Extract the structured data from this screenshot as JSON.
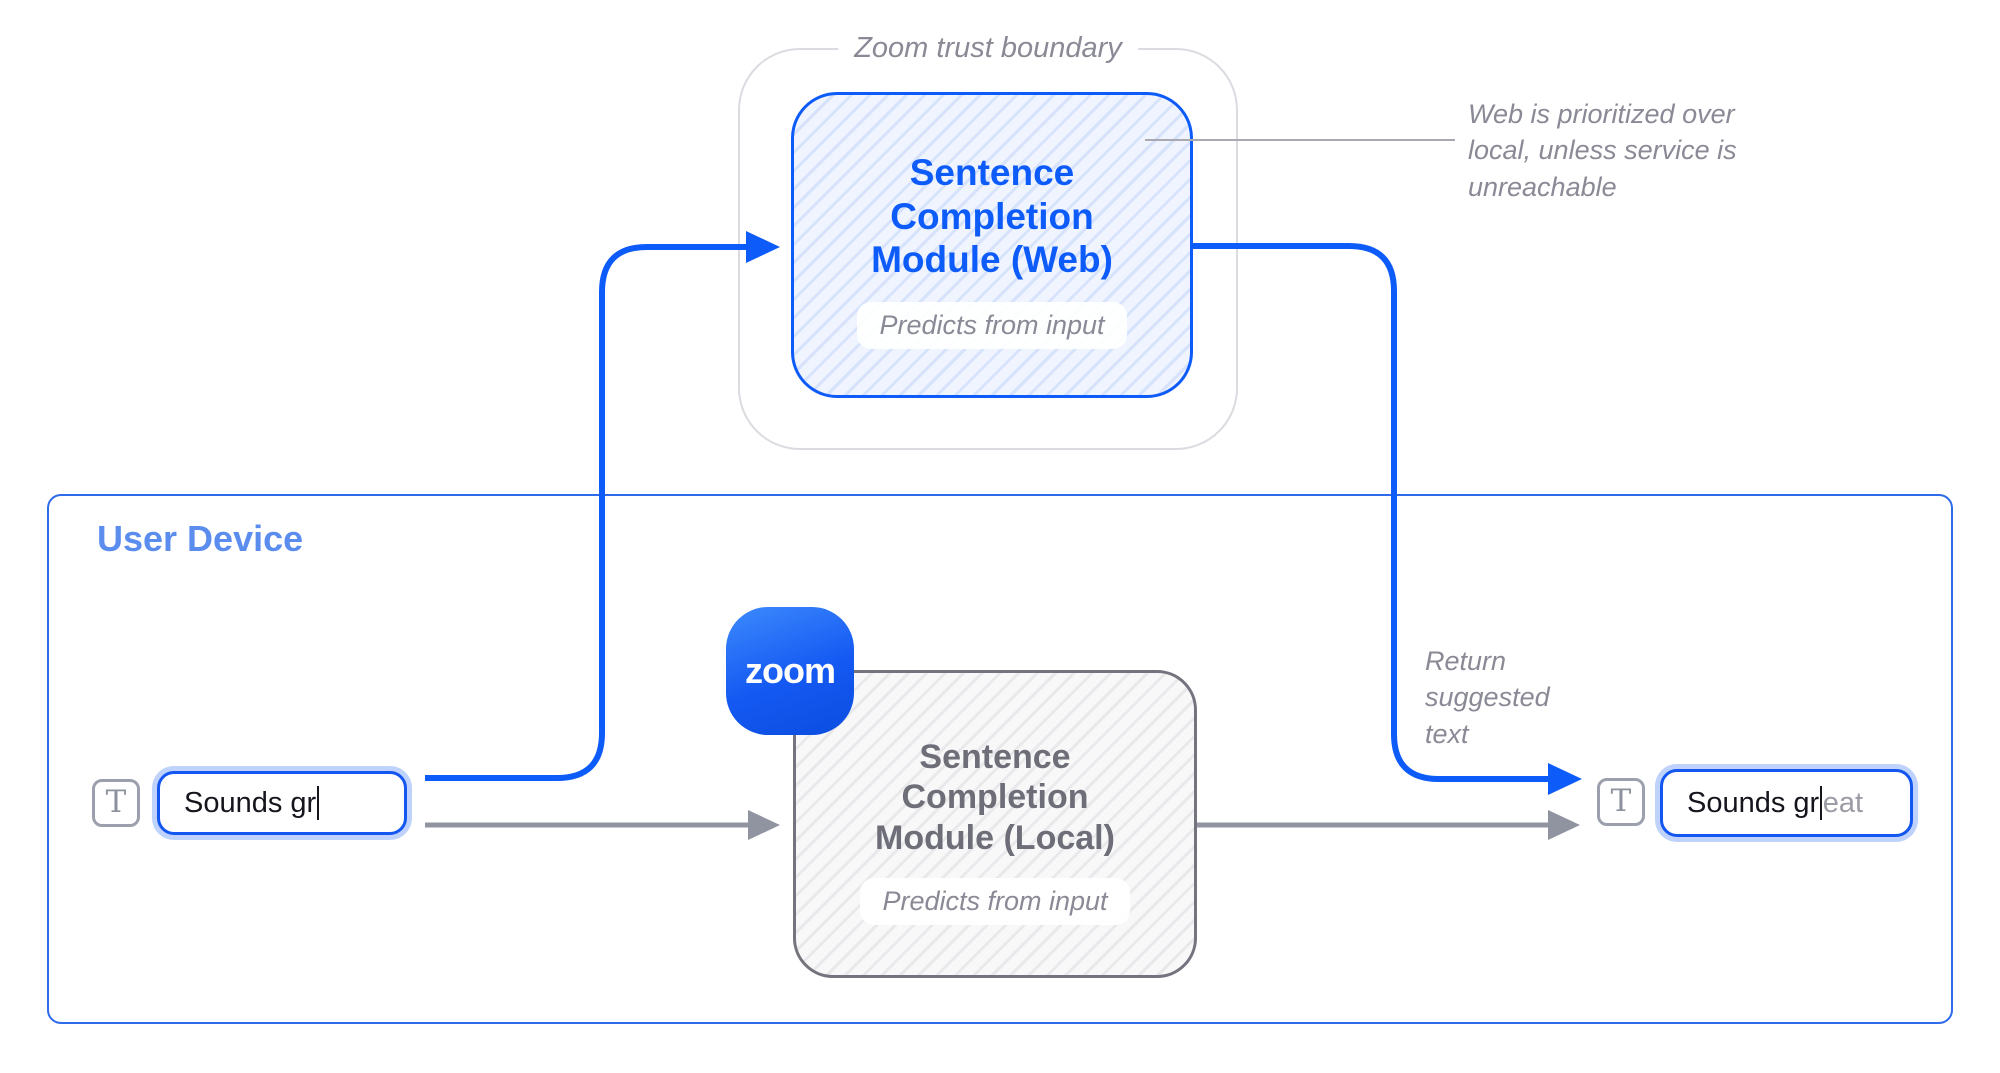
{
  "colors": {
    "primary_blue": "#0d5bf9",
    "device_border_blue": "#2d6bea",
    "device_label_blue": "#5b8def",
    "gray_text": "#8a8a96",
    "gray_arrow": "#9094a0",
    "local_border_gray": "#74747e"
  },
  "trust_boundary": {
    "label": "Zoom trust boundary"
  },
  "web_module": {
    "title_lines": [
      "Sentence",
      "Completion",
      "Module (Web)"
    ],
    "subtitle": "Predicts from input"
  },
  "web_annotation": {
    "lines": [
      "Web is prioritized over",
      "local, unless service is",
      "unreachable"
    ]
  },
  "user_device": {
    "label": "User Device"
  },
  "local_module": {
    "title_lines": [
      "Sentence",
      "Completion",
      "Module (Local)"
    ],
    "subtitle": "Predicts from input",
    "logo_text": "zoom"
  },
  "return_annotation": {
    "lines": [
      "Return",
      "suggested",
      "text"
    ]
  },
  "left_input": {
    "value": "Sounds gr",
    "icon": "text-tool"
  },
  "right_input": {
    "value_typed": "Sounds gr",
    "value_suggested": "eat",
    "icon": "text-tool"
  }
}
